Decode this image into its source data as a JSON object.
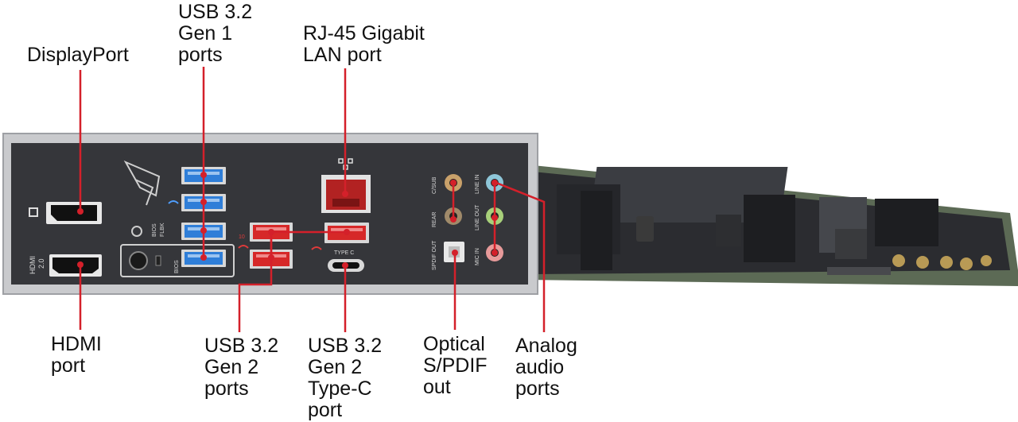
{
  "colors": {
    "leader": "#d4202a",
    "panel": "#35363a",
    "frame": "#c9cacd",
    "usb3_blue": "#2f7ed8",
    "usb_red": "#d62828",
    "board": "#2a2b2f"
  },
  "callouts": {
    "displayport": {
      "lines": [
        "DisplayPort"
      ]
    },
    "usb_gen1": {
      "lines": [
        "USB 3.2",
        "Gen 1",
        "ports"
      ]
    },
    "rj45": {
      "lines": [
        "RJ-45 Gigabit",
        "LAN port"
      ]
    },
    "hdmi": {
      "lines": [
        "HDMI",
        "port"
      ]
    },
    "usb_gen2": {
      "lines": [
        "USB 3.2",
        "Gen 2",
        "ports"
      ]
    },
    "usb_typec": {
      "lines": [
        "USB 3.2",
        "Gen 2",
        "Type-C",
        "port"
      ]
    },
    "optical": {
      "lines": [
        "Optical",
        "S/PDIF",
        "out"
      ]
    },
    "analog": {
      "lines": [
        "Analog",
        "audio",
        "ports"
      ]
    }
  },
  "panel_labels": {
    "hdmi": "HDMI",
    "hdmi_ver": "2.0",
    "bios_flbk": "BIOS",
    "flbk": "FLBK",
    "bios": "BIOS",
    "type_c": "TYPE C",
    "csub": "C/SUB",
    "rear": "REAR",
    "spdif": "SPDIF OUT",
    "line_in": "LINE IN",
    "line_out": "LINE OUT",
    "mic_in": "MIC IN",
    "ss10": "10"
  },
  "icons": [
    "displayport-icon",
    "rog-logo-icon",
    "superspeed-icon",
    "network-icon",
    "flashback-icon"
  ]
}
